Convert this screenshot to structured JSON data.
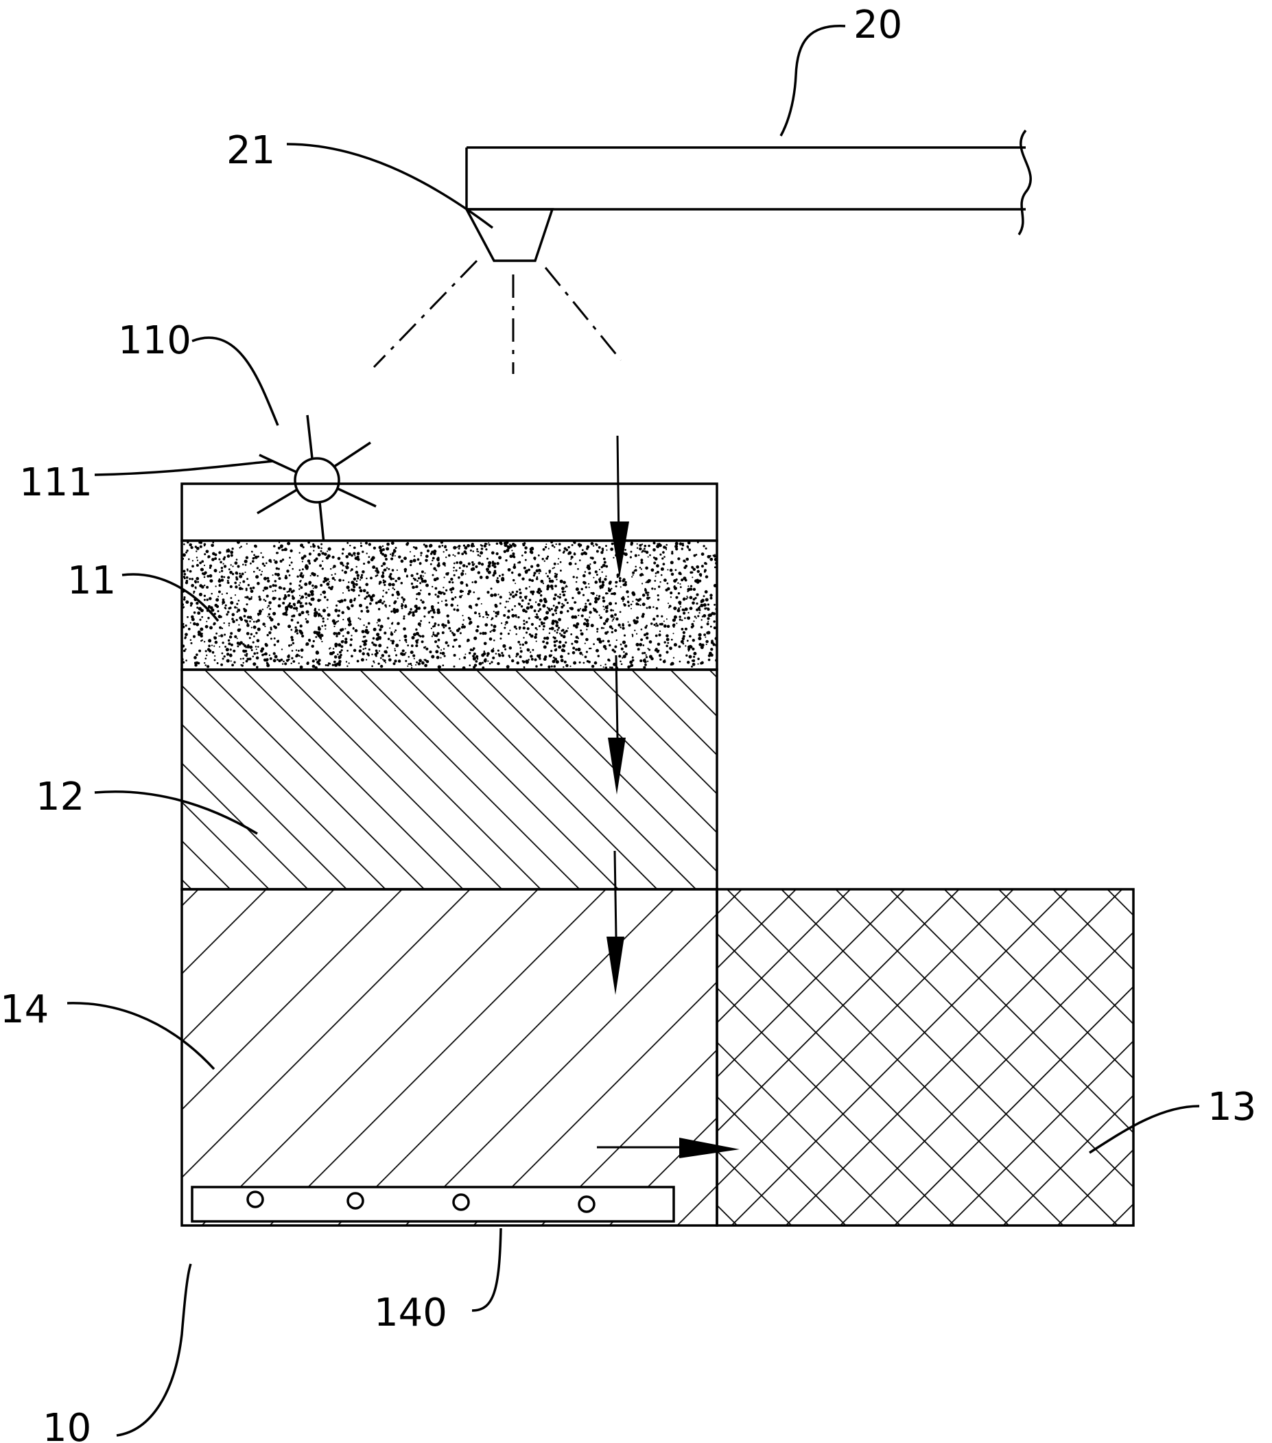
{
  "labels": {
    "assembly": "10",
    "layer_11": "11",
    "layer_12": "12",
    "layer_13": "13",
    "layer_14": "14",
    "light_source": "110",
    "lamp": "111",
    "aeration_pipe": "140",
    "sprinkler_pipe": "20",
    "nozzle": "21"
  },
  "icons": {
    "lamp": "lamp-icon",
    "nozzle": "nozzle-icon",
    "flow_arrow": "arrow-down-icon",
    "lateral_arrow": "arrow-right-icon"
  },
  "colors": {
    "line": "#000000",
    "background": "#ffffff"
  }
}
